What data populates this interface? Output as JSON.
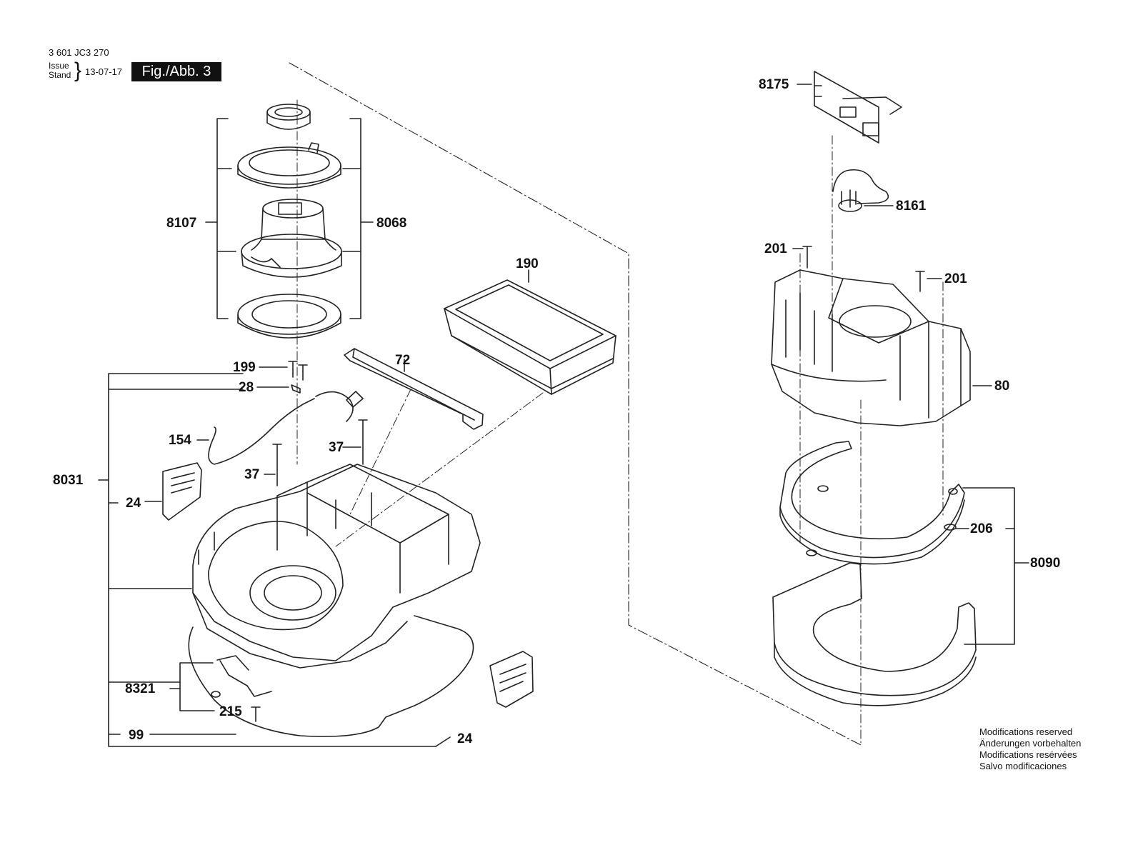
{
  "header": {
    "doc_number": "3 601 JC3 270",
    "issue_label": "Issue",
    "stand_label": "Stand",
    "issue_date": "13-07-17",
    "figure": "Fig./Abb. 3"
  },
  "callouts": {
    "c8107": "8107",
    "c8068": "8068",
    "c190": "190",
    "c72": "72",
    "c199": "199",
    "c28": "28",
    "c154": "154",
    "c37a": "37",
    "c37b": "37",
    "c8031": "8031",
    "c24a": "24",
    "c8321": "8321",
    "c215": "215",
    "c99": "99",
    "c24b": "24",
    "c8175": "8175",
    "c8161": "8161",
    "c201a": "201",
    "c201b": "201",
    "c80": "80",
    "c206": "206",
    "c8090": "8090"
  },
  "notice": {
    "line1": "Modifications reserved",
    "line2": "Änderungen vorbehalten",
    "line3": "Modifications resérvées",
    "line4": "Salvo modificaciones"
  }
}
